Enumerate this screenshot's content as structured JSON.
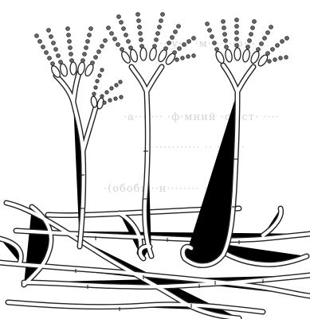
{
  "image": {
    "subject": "Penicillium",
    "ink_color": "#222222",
    "paper_color": "#ffffff",
    "bleed_color": "#d4d4d4"
  },
  "bleed_through_text": [
    "···у···  ·м·······о···",
    "·а·······  ·ф·мний  ·ст·ст·  ····",
    "·(обобщ··н········  ·о",
    "···········  ·· ·······"
  ]
}
